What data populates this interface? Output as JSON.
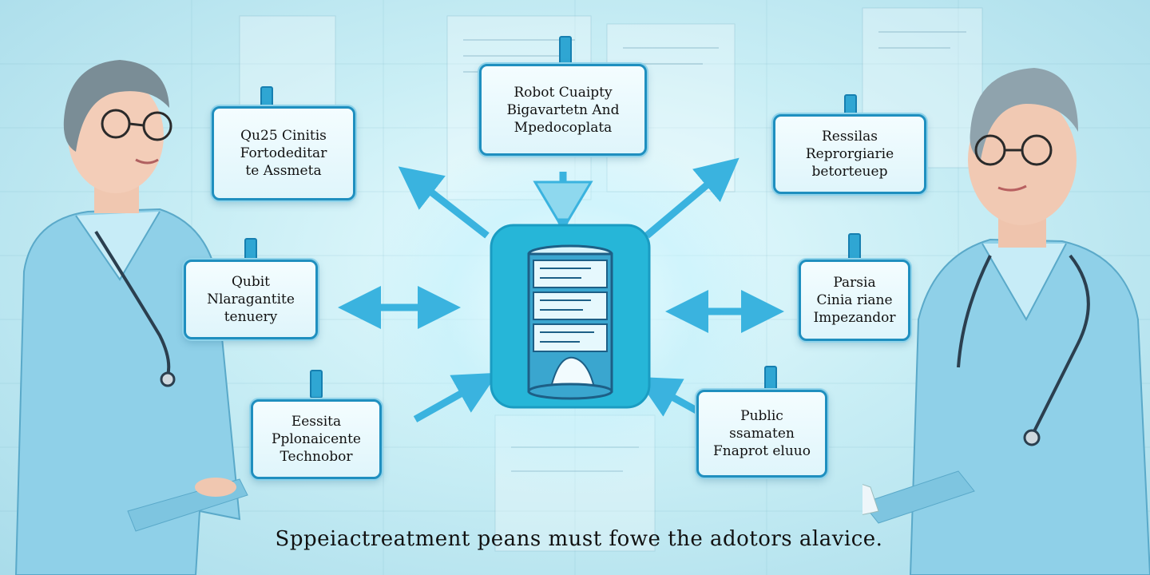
{
  "labels": [
    {
      "lines": [
        "Qu25 Cinitis",
        "Fortodeditar",
        "te Assmeta"
      ]
    },
    {
      "lines": [
        "Robot Cuaipty",
        "Bigavartetn And",
        "Mpedocoplata"
      ]
    },
    {
      "lines": [
        "Ressilas",
        "Reprorgiarie",
        "betorteuep"
      ]
    },
    {
      "lines": [
        "Qubit",
        "Nlaragantite",
        "tenuery"
      ]
    },
    {
      "lines": [
        "Parsia",
        "Cinia riane",
        "Impezandor"
      ]
    },
    {
      "lines": [
        "Eessita",
        "Pplonaicente",
        "Technobor"
      ]
    },
    {
      "lines": [
        "Public",
        "ssamaten",
        "Fnaprot eluuo"
      ]
    }
  ],
  "caption": "Sppeiactreatment peans  must fowe the adotors alavice.",
  "colors": {
    "accent": "#1f8fbf",
    "arrow": "#3ab3df",
    "server": "#26b6d8",
    "coat": "#8fd0e8"
  }
}
